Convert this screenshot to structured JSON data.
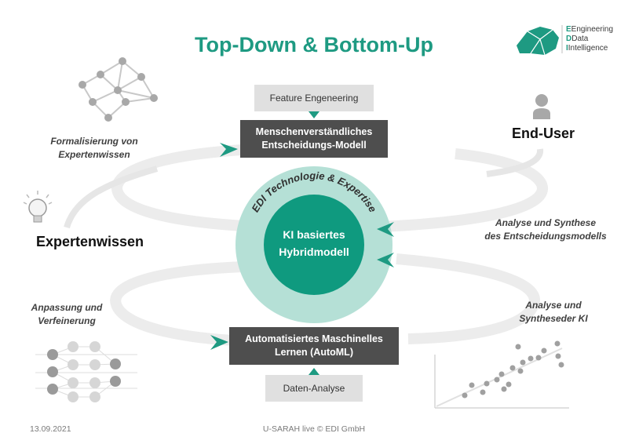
{
  "title": "Top-Down & Bottom-Up",
  "logo": {
    "line1": "Engineering",
    "line2": "Data",
    "line3": "Intelligence"
  },
  "boxes": {
    "feature_engineering": "Feature Engeneering",
    "decision_model_line1": "Menschenverständliches",
    "decision_model_line2": "Entscheidungs-Modell",
    "automl_line1": "Automatisiertes Maschinelles",
    "automl_line2": "Lernen (AutoML)",
    "data_analysis": "Daten-Analyse"
  },
  "hub": {
    "ring_text": "EDI Technologie & Expertise",
    "center_line1": "KI basiertes",
    "center_line2": "Hybridmodell"
  },
  "labels": {
    "formalization_line1": "Formalisierung von",
    "formalization_line2": "Expertenwissen",
    "expert_knowledge": "Expertenwissen",
    "adaptation_line1": "Anpassung und",
    "adaptation_line2": "Verfeinerung",
    "end_user": "End-User",
    "analysis_model_line1": "Analyse und Synthese",
    "analysis_model_line2": "des Entscheidungsmodells",
    "analysis_ki_line1": "Analyse und",
    "analysis_ki_line2": "Syntheseder KI"
  },
  "footer": {
    "date": "13.09.2021",
    "copyright": "U-SARAH live © EDI GmbH"
  },
  "colors": {
    "accent": "#1e9a82",
    "hub_dark": "#0f9a7f",
    "hub_ring": "#b5e0d6",
    "box_dark": "#4e4e4e",
    "box_light": "#e0e0e0",
    "orbit": "#e8e8e8",
    "icon_gray": "#a8a8a8"
  }
}
